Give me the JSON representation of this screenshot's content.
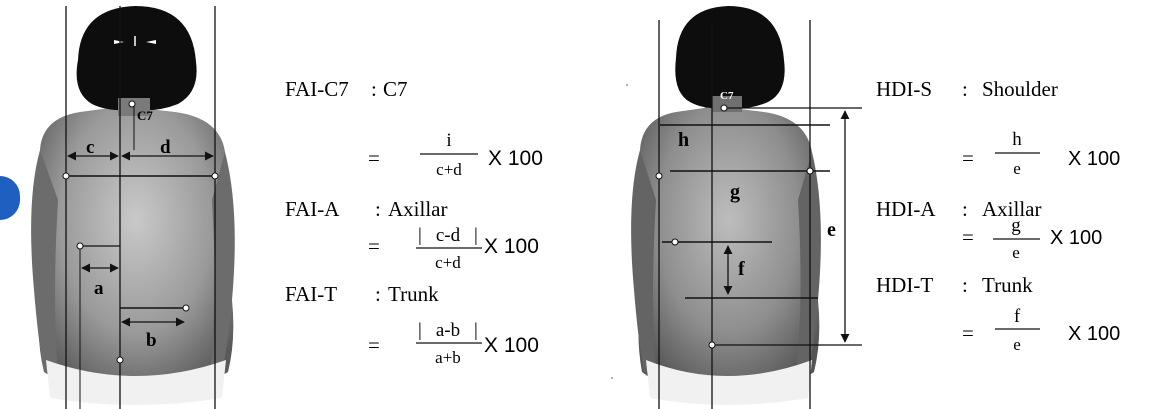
{
  "left_figure": {
    "landmark_label": "C7",
    "measure_labels": {
      "c": "c",
      "d": "d",
      "a": "a",
      "b": "b"
    },
    "formulas": [
      {
        "name": "FAI-C7",
        "region": "C7",
        "numerator": "i",
        "denominator": "c+d",
        "absolute": false,
        "multiplier": "X 100"
      },
      {
        "name": "FAI-A",
        "region": "Axillar",
        "numerator": "c-d",
        "denominator": "c+d",
        "absolute": true,
        "multiplier": "X 100"
      },
      {
        "name": "FAI-T",
        "region": "Trunk",
        "numerator": "a-b",
        "denominator": "a+b",
        "absolute": true,
        "multiplier": "X 100"
      }
    ]
  },
  "right_figure": {
    "landmark_label": "C7",
    "measure_labels": {
      "h": "h",
      "g": "g",
      "f": "f",
      "e": "e"
    },
    "formulas": [
      {
        "name": "HDI-S",
        "region": "Shoulder",
        "numerator": "h",
        "denominator": "e",
        "multiplier": "X 100"
      },
      {
        "name": "HDI-A",
        "region": "Axillar",
        "numerator": "g",
        "denominator": "e",
        "multiplier": "X 100"
      },
      {
        "name": "HDI-T",
        "region": "Trunk",
        "numerator": "f",
        "denominator": "e",
        "multiplier": "X 100"
      }
    ]
  }
}
